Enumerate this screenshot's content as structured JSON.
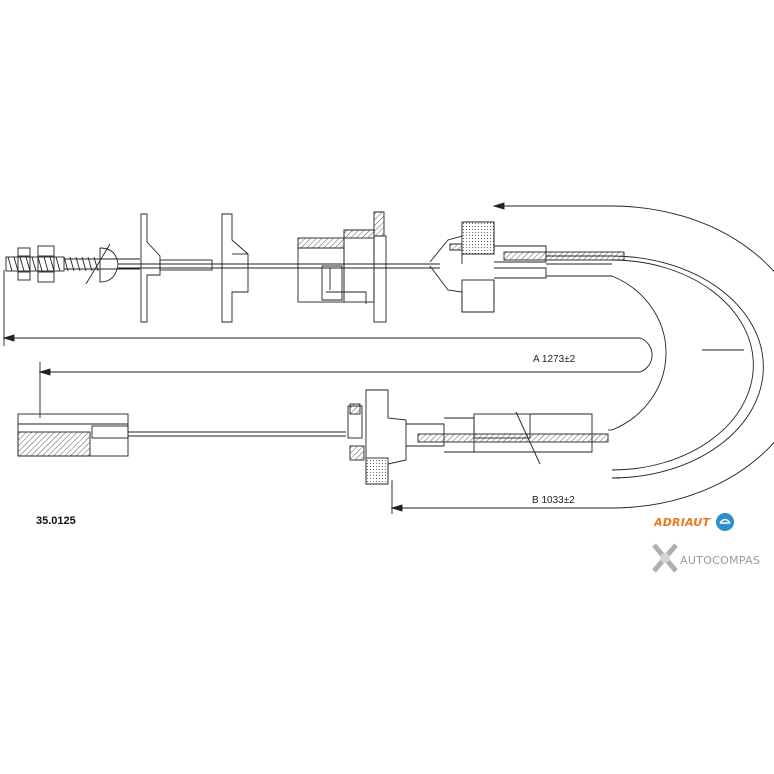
{
  "part_number": "35.0125",
  "dimensions": {
    "a_label": "A  1273±2",
    "b_label": "B  1033±2"
  },
  "logos": {
    "brand_main": "ADRIAUT",
    "brand_color": "#e8781e",
    "brand_badge_color": "#2f8fc9",
    "watermark": "AUTOCOMPAS",
    "watermark_color": "#9a9a9a"
  }
}
